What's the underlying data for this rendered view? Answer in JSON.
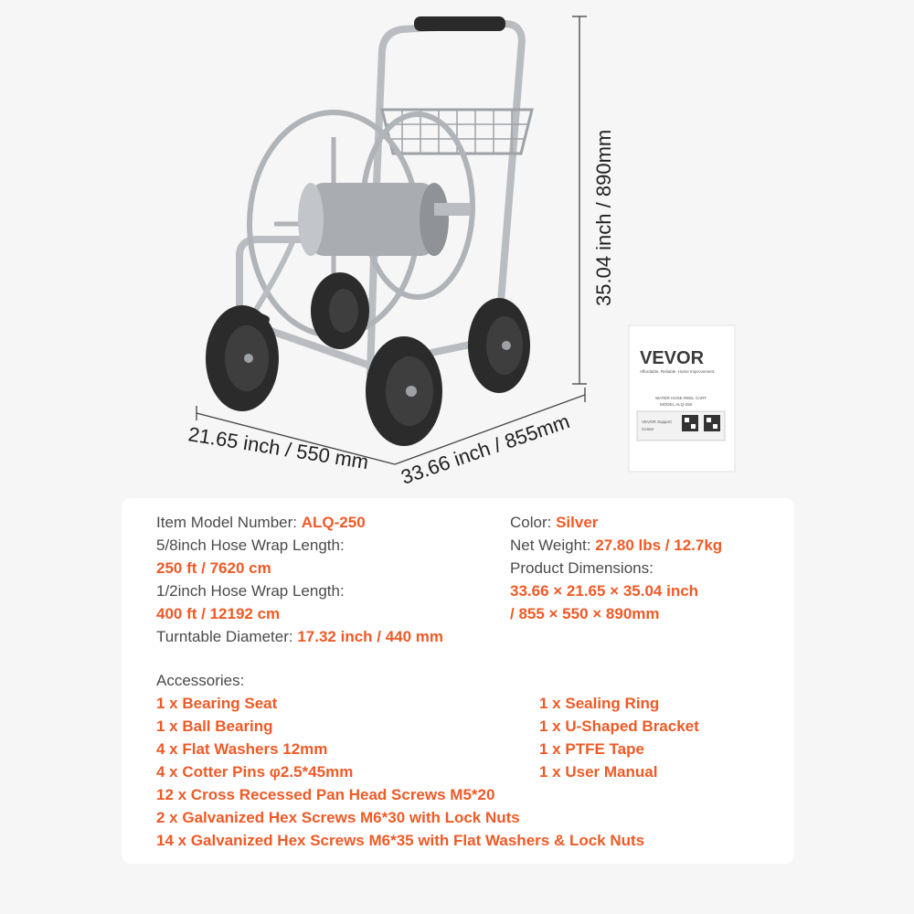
{
  "dimensions": {
    "height": "35.04 inch / 890mm",
    "width": "21.65 inch / 550 mm",
    "length": "33.66 inch / 855mm"
  },
  "manual": {
    "brand": "VEVOR",
    "tagline": "Affordable. Reliable. Home Improvement.",
    "title": "WATER HOSE REEL CART",
    "model": "MODEL:ALQ-250",
    "support_line1": "VEVOR Support",
    "support_line2": "Center"
  },
  "specs": {
    "model_label": "Item Model Number:",
    "model_value": "ALQ-250",
    "hose58_label": "5/8inch Hose Wrap Length:",
    "hose58_value": "250 ft / 7620 cm",
    "hose12_label": "1/2inch Hose Wrap Length:",
    "hose12_value": "400 ft / 12192 cm",
    "turntable_label": "Turntable Diameter:",
    "turntable_value": "17.32 inch / 440 mm",
    "color_label": "Color:",
    "color_value": "Silver",
    "weight_label": "Net Weight:",
    "weight_value": "27.80 lbs / 12.7kg",
    "dims_label": "Product Dimensions:",
    "dims_value_1": "33.66 × 21.65 × 35.04 inch",
    "dims_value_2": "/ 855 × 550 × 890mm"
  },
  "accessories": {
    "heading": "Accessories:",
    "left": [
      "1 x Bearing Seat",
      "1 x Ball Bearing",
      "4 x Flat Washers 12mm",
      "4 x Cotter Pins φ2.5*45mm",
      "12 x Cross Recessed Pan Head Screws M5*20",
      "2 x Galvanized Hex Screws M6*30 with Lock Nuts",
      "14 x Galvanized Hex Screws M6*35 with Flat Washers & Lock Nuts"
    ],
    "right": [
      "1 x Sealing Ring",
      "1 x U-Shaped Bracket",
      "1 x PTFE Tape",
      "1 x User Manual"
    ]
  },
  "colors": {
    "accent": "#ef5a26",
    "label": "#4a4a4a",
    "frame": "#b9bcc0",
    "tire": "#2b2b2b"
  }
}
